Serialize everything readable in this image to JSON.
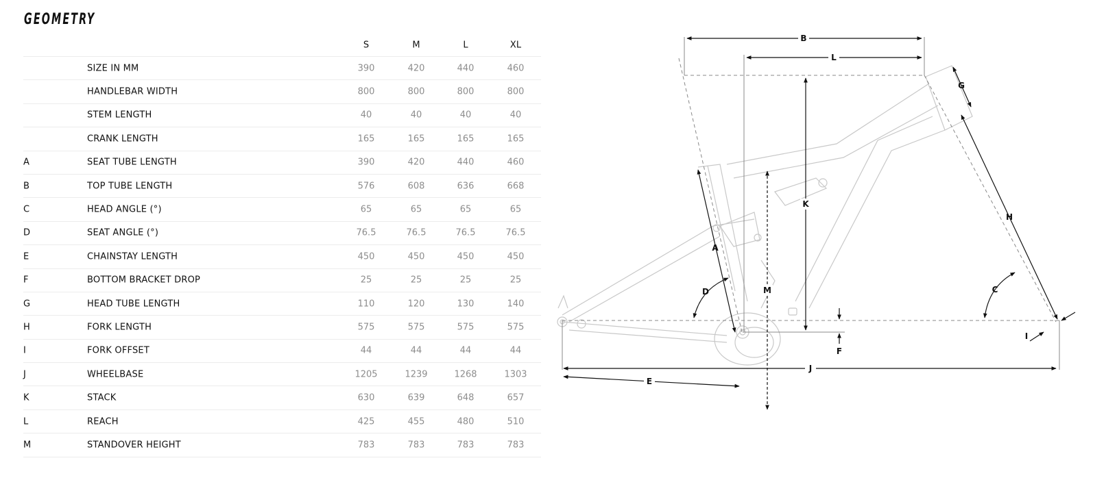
{
  "page": {
    "title": "GEOMETRY"
  },
  "table": {
    "sizes": [
      "S",
      "M",
      "L",
      "XL"
    ],
    "rows": [
      {
        "letter": "",
        "label": "SIZE IN MM",
        "values": [
          "390",
          "420",
          "440",
          "460"
        ]
      },
      {
        "letter": "",
        "label": "HANDLEBAR WIDTH",
        "values": [
          "800",
          "800",
          "800",
          "800"
        ]
      },
      {
        "letter": "",
        "label": "STEM LENGTH",
        "values": [
          "40",
          "40",
          "40",
          "40"
        ]
      },
      {
        "letter": "",
        "label": "CRANK LENGTH",
        "values": [
          "165",
          "165",
          "165",
          "165"
        ]
      },
      {
        "letter": "A",
        "label": "SEAT TUBE LENGTH",
        "values": [
          "390",
          "420",
          "440",
          "460"
        ]
      },
      {
        "letter": "B",
        "label": "TOP TUBE LENGTH",
        "values": [
          "576",
          "608",
          "636",
          "668"
        ]
      },
      {
        "letter": "C",
        "label": "HEAD ANGLE (°)",
        "values": [
          "65",
          "65",
          "65",
          "65"
        ]
      },
      {
        "letter": "D",
        "label": "SEAT ANGLE (°)",
        "values": [
          "76.5",
          "76.5",
          "76.5",
          "76.5"
        ]
      },
      {
        "letter": "E",
        "label": "CHAINSTAY LENGTH",
        "values": [
          "450",
          "450",
          "450",
          "450"
        ]
      },
      {
        "letter": "F",
        "label": "BOTTOM BRACKET DROP",
        "values": [
          "25",
          "25",
          "25",
          "25"
        ]
      },
      {
        "letter": "G",
        "label": "HEAD TUBE LENGTH",
        "values": [
          "110",
          "120",
          "130",
          "140"
        ]
      },
      {
        "letter": "H",
        "label": "FORK LENGTH",
        "values": [
          "575",
          "575",
          "575",
          "575"
        ]
      },
      {
        "letter": "I",
        "label": "FORK OFFSET",
        "values": [
          "44",
          "44",
          "44",
          "44"
        ]
      },
      {
        "letter": "J",
        "label": "WHEELBASE",
        "values": [
          "1205",
          "1239",
          "1268",
          "1303"
        ]
      },
      {
        "letter": "K",
        "label": "STACK",
        "values": [
          "630",
          "639",
          "648",
          "657"
        ]
      },
      {
        "letter": "L",
        "label": "REACH",
        "values": [
          "425",
          "455",
          "480",
          "510"
        ]
      },
      {
        "letter": "M",
        "label": "STANDOVER HEIGHT",
        "values": [
          "783",
          "783",
          "783",
          "783"
        ]
      }
    ]
  },
  "diagram": {
    "labels": {
      "A": "A",
      "B": "B",
      "C": "C",
      "D": "D",
      "E": "E",
      "F": "F",
      "G": "G",
      "H": "H",
      "I": "I",
      "J": "J",
      "K": "K",
      "L": "L",
      "M": "M"
    }
  },
  "colors": {
    "text": "#111111",
    "value": "#8d8d8d",
    "frame": "#c8c8c8",
    "rule": "#ececec"
  }
}
